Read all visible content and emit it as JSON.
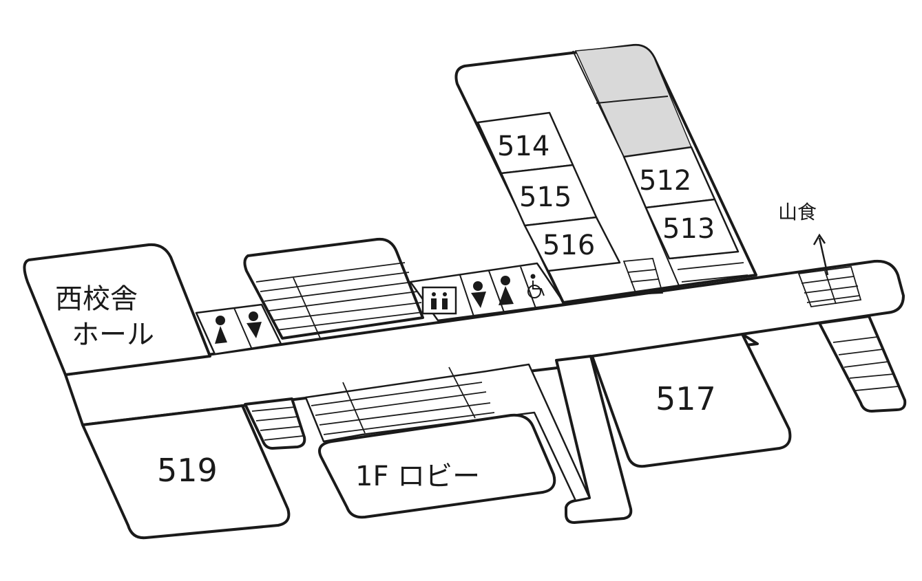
{
  "map": {
    "hall_line1": "西校舎",
    "hall_line2": "ホール",
    "lobby": "1F ロビー",
    "direction_label": "山食",
    "rooms": {
      "r512": "512",
      "r513": "513",
      "r514": "514",
      "r515": "515",
      "r516": "516",
      "r517": "517",
      "r519": "519"
    },
    "icons": [
      "female-restroom-icon",
      "male-restroom-icon",
      "elevator-icon",
      "male-restroom-icon",
      "female-restroom-icon",
      "accessible-restroom-icon",
      "up-arrow-icon"
    ],
    "colors": {
      "line": "#1a1a1a",
      "background": "#ffffff",
      "restricted_area": "#d9d9d9"
    }
  }
}
